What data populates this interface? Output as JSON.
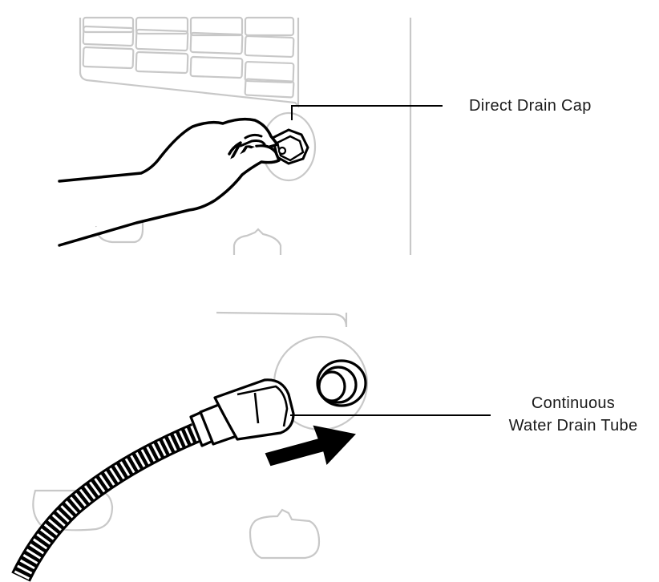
{
  "figure": {
    "top_panel": {
      "callout_label": "Direct Drain Cap"
    },
    "bottom_panel": {
      "callout_label_line1": "Continuous",
      "callout_label_line2": "Water Drain Tube"
    },
    "colors": {
      "ink": "#000000",
      "outline_gray": "#c8c8c8",
      "text": "#1a1a1a"
    }
  }
}
